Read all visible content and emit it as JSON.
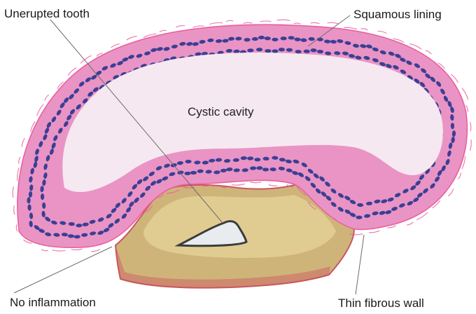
{
  "labels": {
    "unerupted_tooth": "Unerupted tooth",
    "squamous_lining": "Squamous lining",
    "cystic_cavity": "Cystic cavity",
    "no_inflammation": "No inflammation",
    "thin_fibrous_wall": "Thin fibrous wall"
  },
  "colors": {
    "wall_pink": "#e85f9e",
    "lining_pink": "#e27fb8",
    "cavity": "#f6e8f0",
    "nuclei": "#3b3f95",
    "bone": "#cfb47a",
    "bone_light": "#e5d49a",
    "bone_edge": "#c9565f",
    "tooth": "#e9ecef",
    "tooth_edge": "#3c3c3c",
    "leader": "#6b6b6b"
  }
}
